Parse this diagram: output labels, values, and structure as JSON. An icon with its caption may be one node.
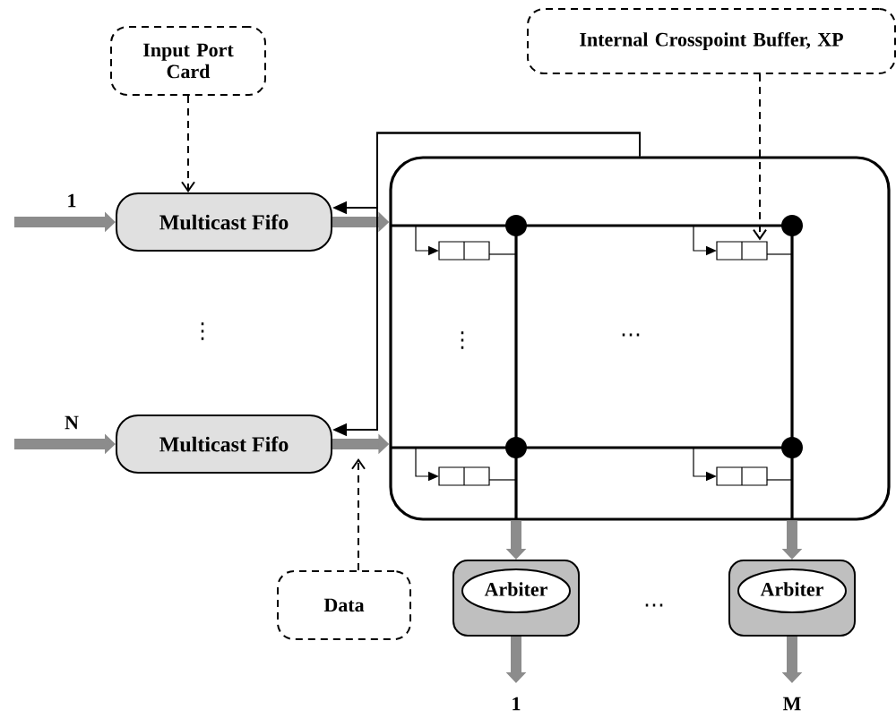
{
  "diagram": {
    "nodes": [
      {
        "text": [
          "Input Port Card"
        ]
      },
      {
        "text": [
          "Internal Crosspoint Buffer, XP"
        ]
      },
      {
        "text": [
          "Multicast Fifo"
        ]
      },
      {
        "text": [],
        "shape": "box"
      },
      {
        "text": [
          "Multicast Fifo"
        ]
      },
      {
        "text": [
          "Data"
        ]
      },
      {
        "text": [
          "Arbiter"
        ]
      },
      {
        "text": [
          "Arbiter"
        ]
      }
    ],
    "edges": [
      {
        "from": null,
        "to": 2,
        "arrow": "to",
        "label": "1"
      },
      {
        "from": null,
        "to": 4,
        "arrow": "to",
        "label": "N"
      },
      {
        "from": 2,
        "to": 3,
        "arrow": "to"
      },
      {
        "from": 4,
        "to": 3,
        "arrow": "to"
      },
      {
        "from": 0,
        "to": 2,
        "arrow": "to",
        "style": "dashed",
        "color": "#000000"
      },
      {
        "from": 1,
        "to": 3,
        "arrow": "to",
        "style": "dashed",
        "color": "#000000"
      },
      {
        "from": 5,
        "to": null,
        "arrow": "to",
        "style": "dashed",
        "color": "#000000"
      },
      {
        "from": 3,
        "to": 2,
        "arrow": "to",
        "color": "#000000"
      },
      {
        "from": 3,
        "to": 4,
        "arrow": "to",
        "color": "#000000"
      },
      {
        "from": 3,
        "to": 6,
        "arrow": "to"
      },
      {
        "from": 3,
        "to": 7,
        "arrow": "to"
      },
      {
        "from": 6,
        "to": null,
        "arrow": "to",
        "label": "1"
      },
      {
        "from": 7,
        "to": null,
        "arrow": "to",
        "label": "M"
      }
    ],
    "labels": [
      "⋮",
      "⋮",
      "…",
      "…"
    ]
  }
}
